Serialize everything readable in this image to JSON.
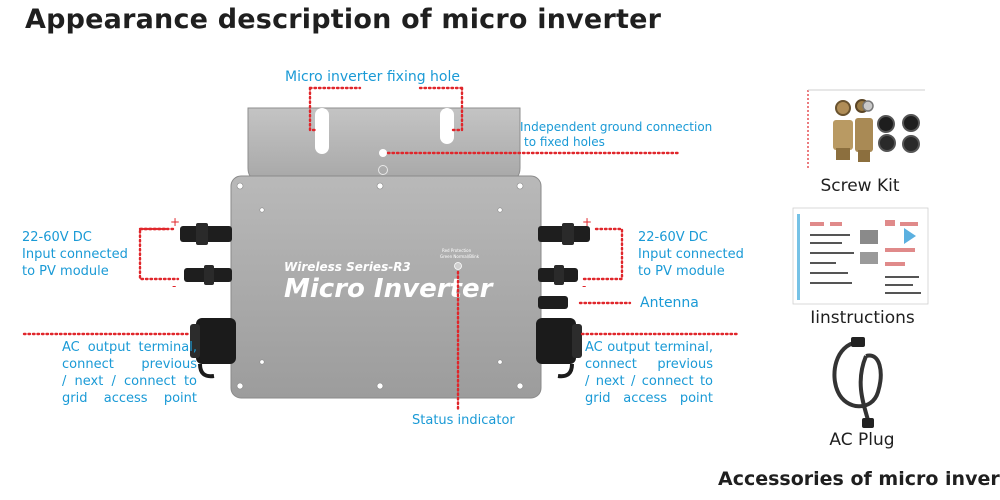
{
  "title": "Appearance description of micro inverter",
  "labels": {
    "fixing_hole": "Micro inverter fixing hole",
    "ground_line1": "Independent ground connection",
    "ground_line2": "to fixed holes",
    "dc_left": [
      "22-60V DC",
      "Input connected",
      "to PV module"
    ],
    "dc_right": [
      "22-60V DC",
      "Input connected",
      "to PV module"
    ],
    "antenna": "Antenna",
    "ac_left": [
      "AC output terminal,",
      "connect previous",
      "/ next / connect to",
      "grid access point"
    ],
    "ac_right": [
      "AC output terminal,",
      "connect previous",
      "/ next / connect to",
      "grid access point"
    ],
    "status": "Status indicator",
    "plus": "+",
    "minus": "-"
  },
  "device": {
    "series": "Wireless Series-R3",
    "name": "Micro Inverter",
    "tiny_text1": "Red Protection",
    "tiny_text2": "Green Normal/Blink"
  },
  "accessories": {
    "screw_kit": "Screw Kit",
    "instructions": "Iinstructions",
    "ac_plug": "AC Plug",
    "heading": "Accessories of micro inverter"
  },
  "colors": {
    "accent_blue": "#1a9ad6",
    "dotted_red": "#e0262b",
    "device_gray": "#a7a7a7"
  }
}
